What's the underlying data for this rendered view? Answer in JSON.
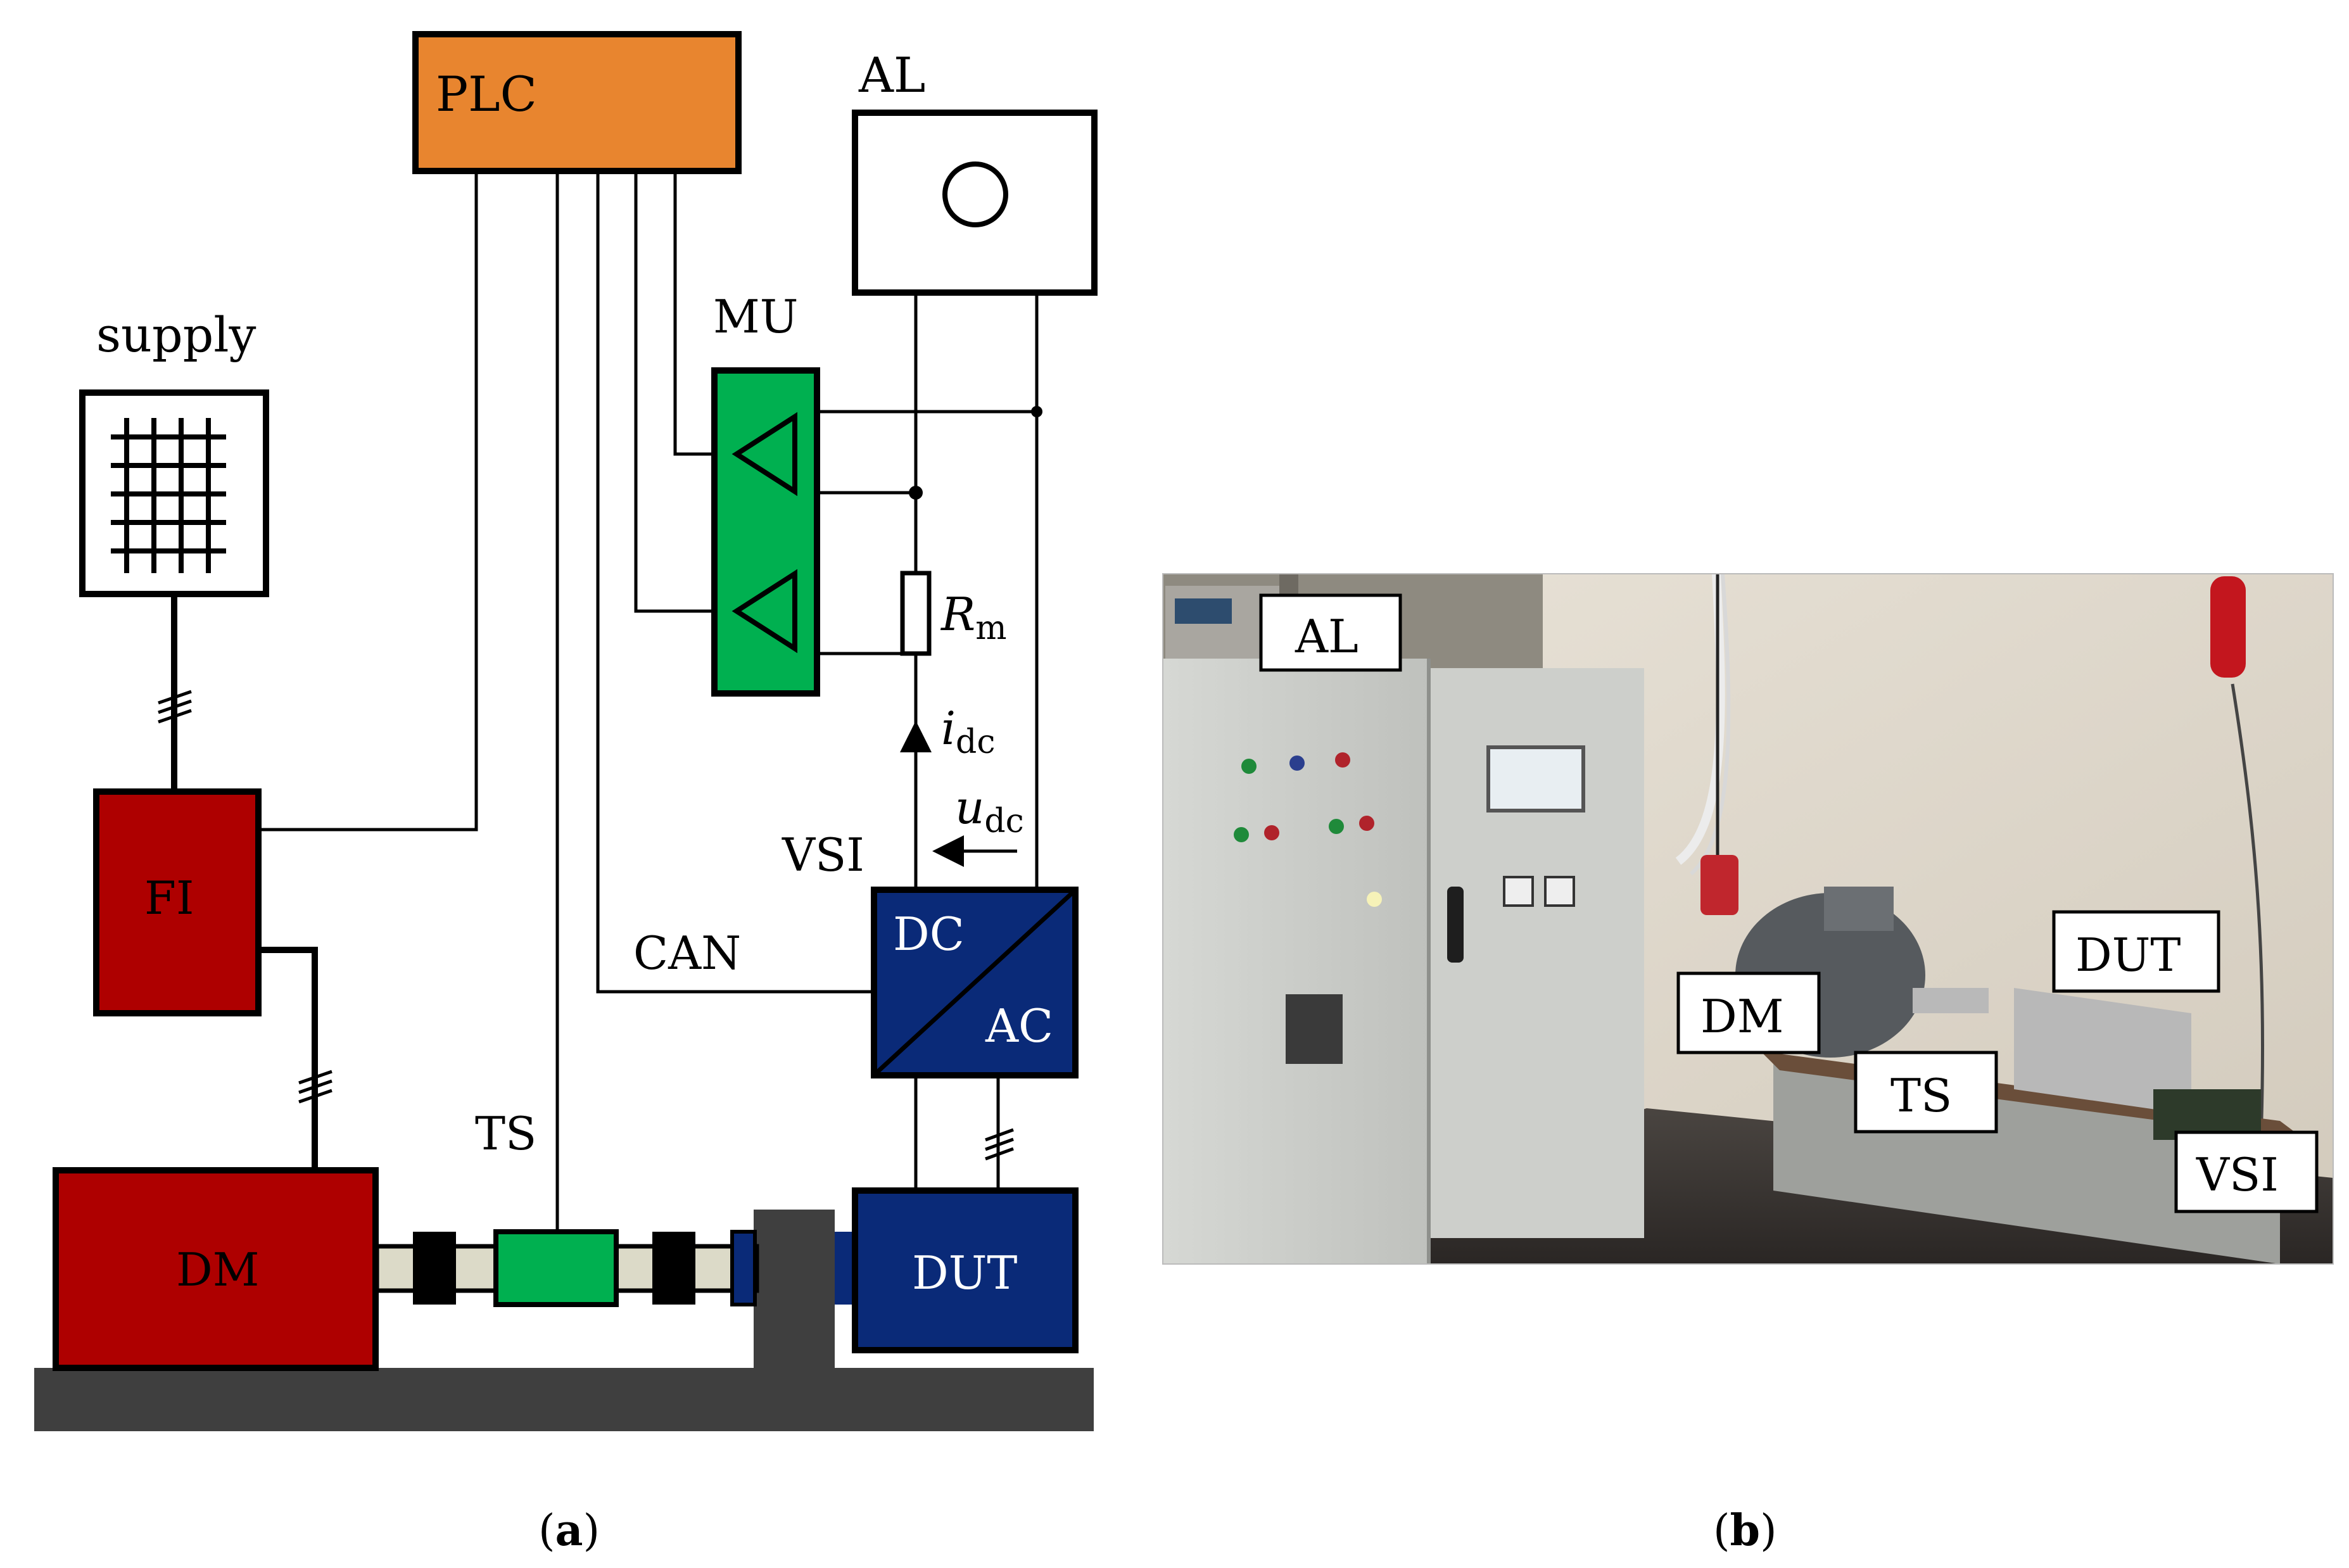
{
  "panel_a": {
    "caption_letter": "a",
    "labels": {
      "plc": "PLC",
      "al": "AL",
      "supply": "supply",
      "mu": "MU",
      "rm_base": "R",
      "rm_sub": "m",
      "idc_base": "i",
      "idc_sub": "dc",
      "udc_base": "u",
      "udc_sub": "dc",
      "vsi": "VSI",
      "can": "CAN",
      "dc": "DC",
      "ac": "AC",
      "fi": "FI",
      "ts": "TS",
      "dm": "DM",
      "dut": "DUT"
    },
    "colors": {
      "plc": "#E8852F",
      "mu": "#00B050",
      "ts": "#00B050",
      "fi": "#AE0000",
      "dm": "#AE0000",
      "vsi": "#0A2A78",
      "dut": "#0A2A78",
      "base": "#3F3F3F",
      "shaft": "#DCDAC8"
    }
  },
  "panel_b": {
    "caption_letter": "b",
    "labels": {
      "al": "AL",
      "dut": "DUT",
      "dm": "DM",
      "ts": "TS",
      "vsi": "VSI"
    }
  },
  "caption_paren_open": "(",
  "caption_paren_close": ")"
}
